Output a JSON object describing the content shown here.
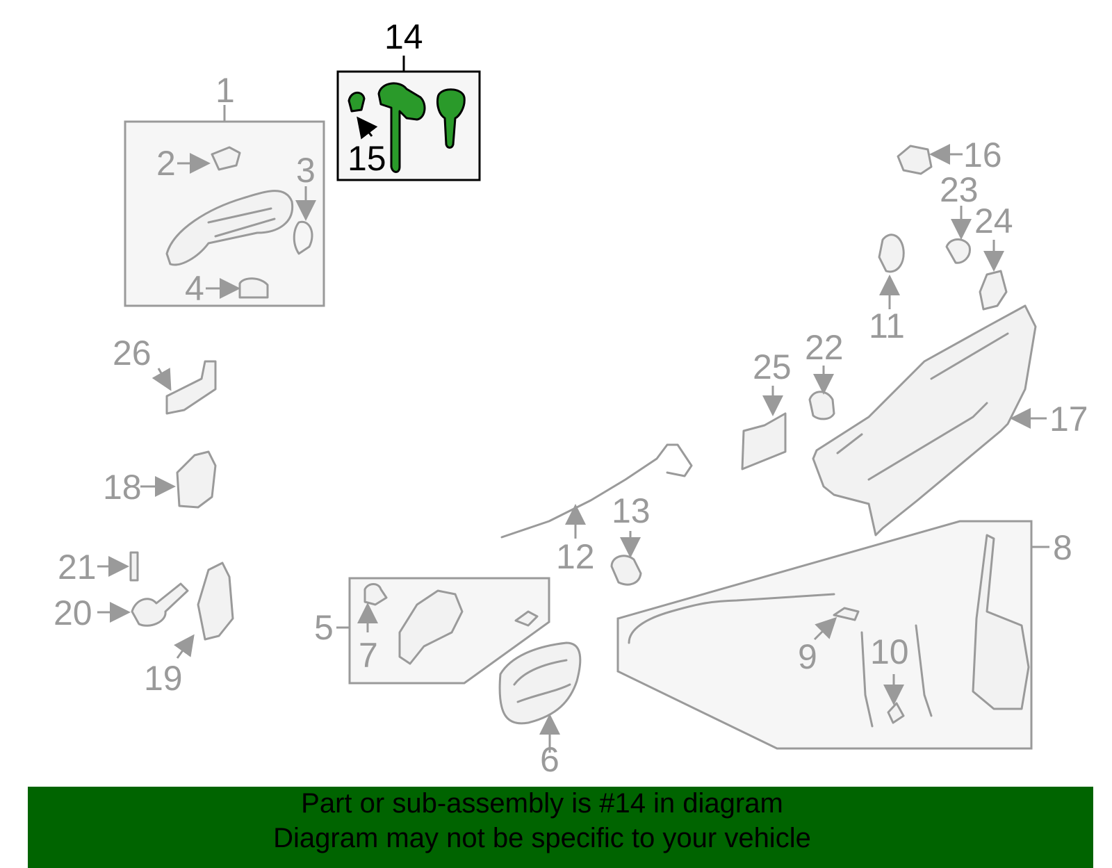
{
  "callouts": {
    "c1": "1",
    "c2": "2",
    "c3": "3",
    "c4": "4",
    "c5": "5",
    "c6": "6",
    "c7": "7",
    "c8": "8",
    "c9": "9",
    "c10": "10",
    "c11": "11",
    "c12": "12",
    "c13": "13",
    "c14": "14",
    "c15": "15",
    "c16": "16",
    "c17": "17",
    "c18": "18",
    "c19": "19",
    "c20": "20",
    "c21": "21",
    "c22": "22",
    "c23": "23",
    "c24": "24",
    "c25": "25",
    "c26": "26"
  },
  "highlight": {
    "part": "14",
    "color": "#2a9a2a"
  },
  "banner": {
    "line1": "Part or sub-assembly is #14 in diagram",
    "line2": "Diagram may not be specific to your vehicle",
    "color": "#006400"
  }
}
